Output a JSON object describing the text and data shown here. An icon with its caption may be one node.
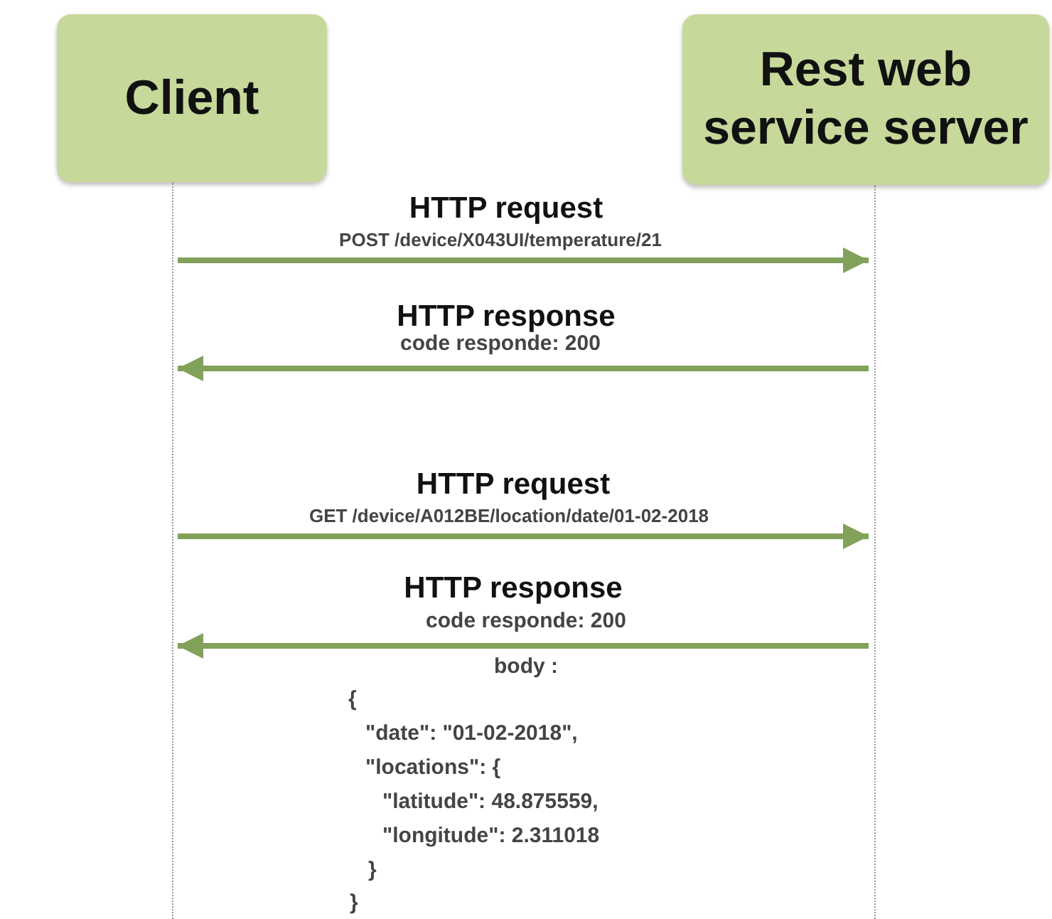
{
  "diagram": {
    "nodes": [
      {
        "text": [
          "Client"
        ]
      },
      {
        "text": [
          "Rest web service server"
        ]
      }
    ],
    "edges": [
      {
        "from": 0,
        "to": 1,
        "arrow": "to",
        "label": "HTTP request"
      },
      {
        "from": 1,
        "to": 0,
        "arrow": "to",
        "label": "HTTP response"
      },
      {
        "from": 0,
        "to": 1,
        "arrow": "to",
        "label": "HTTP request"
      },
      {
        "from": 1,
        "to": 0,
        "arrow": "to",
        "label": "HTTP response"
      }
    ],
    "labels": [
      "POST /device/X043UI/temperature/21",
      "code responde: 200",
      "GET /device/A012BE/location/date/01-02-2018",
      "code responde: 200",
      "body :",
      "{",
      "\"date\": \"01-02-2018\",",
      "\"locations\": {",
      "\"latitude\": 48.875559,",
      "\"longitude\": 2.311018",
      "}",
      "}"
    ]
  }
}
